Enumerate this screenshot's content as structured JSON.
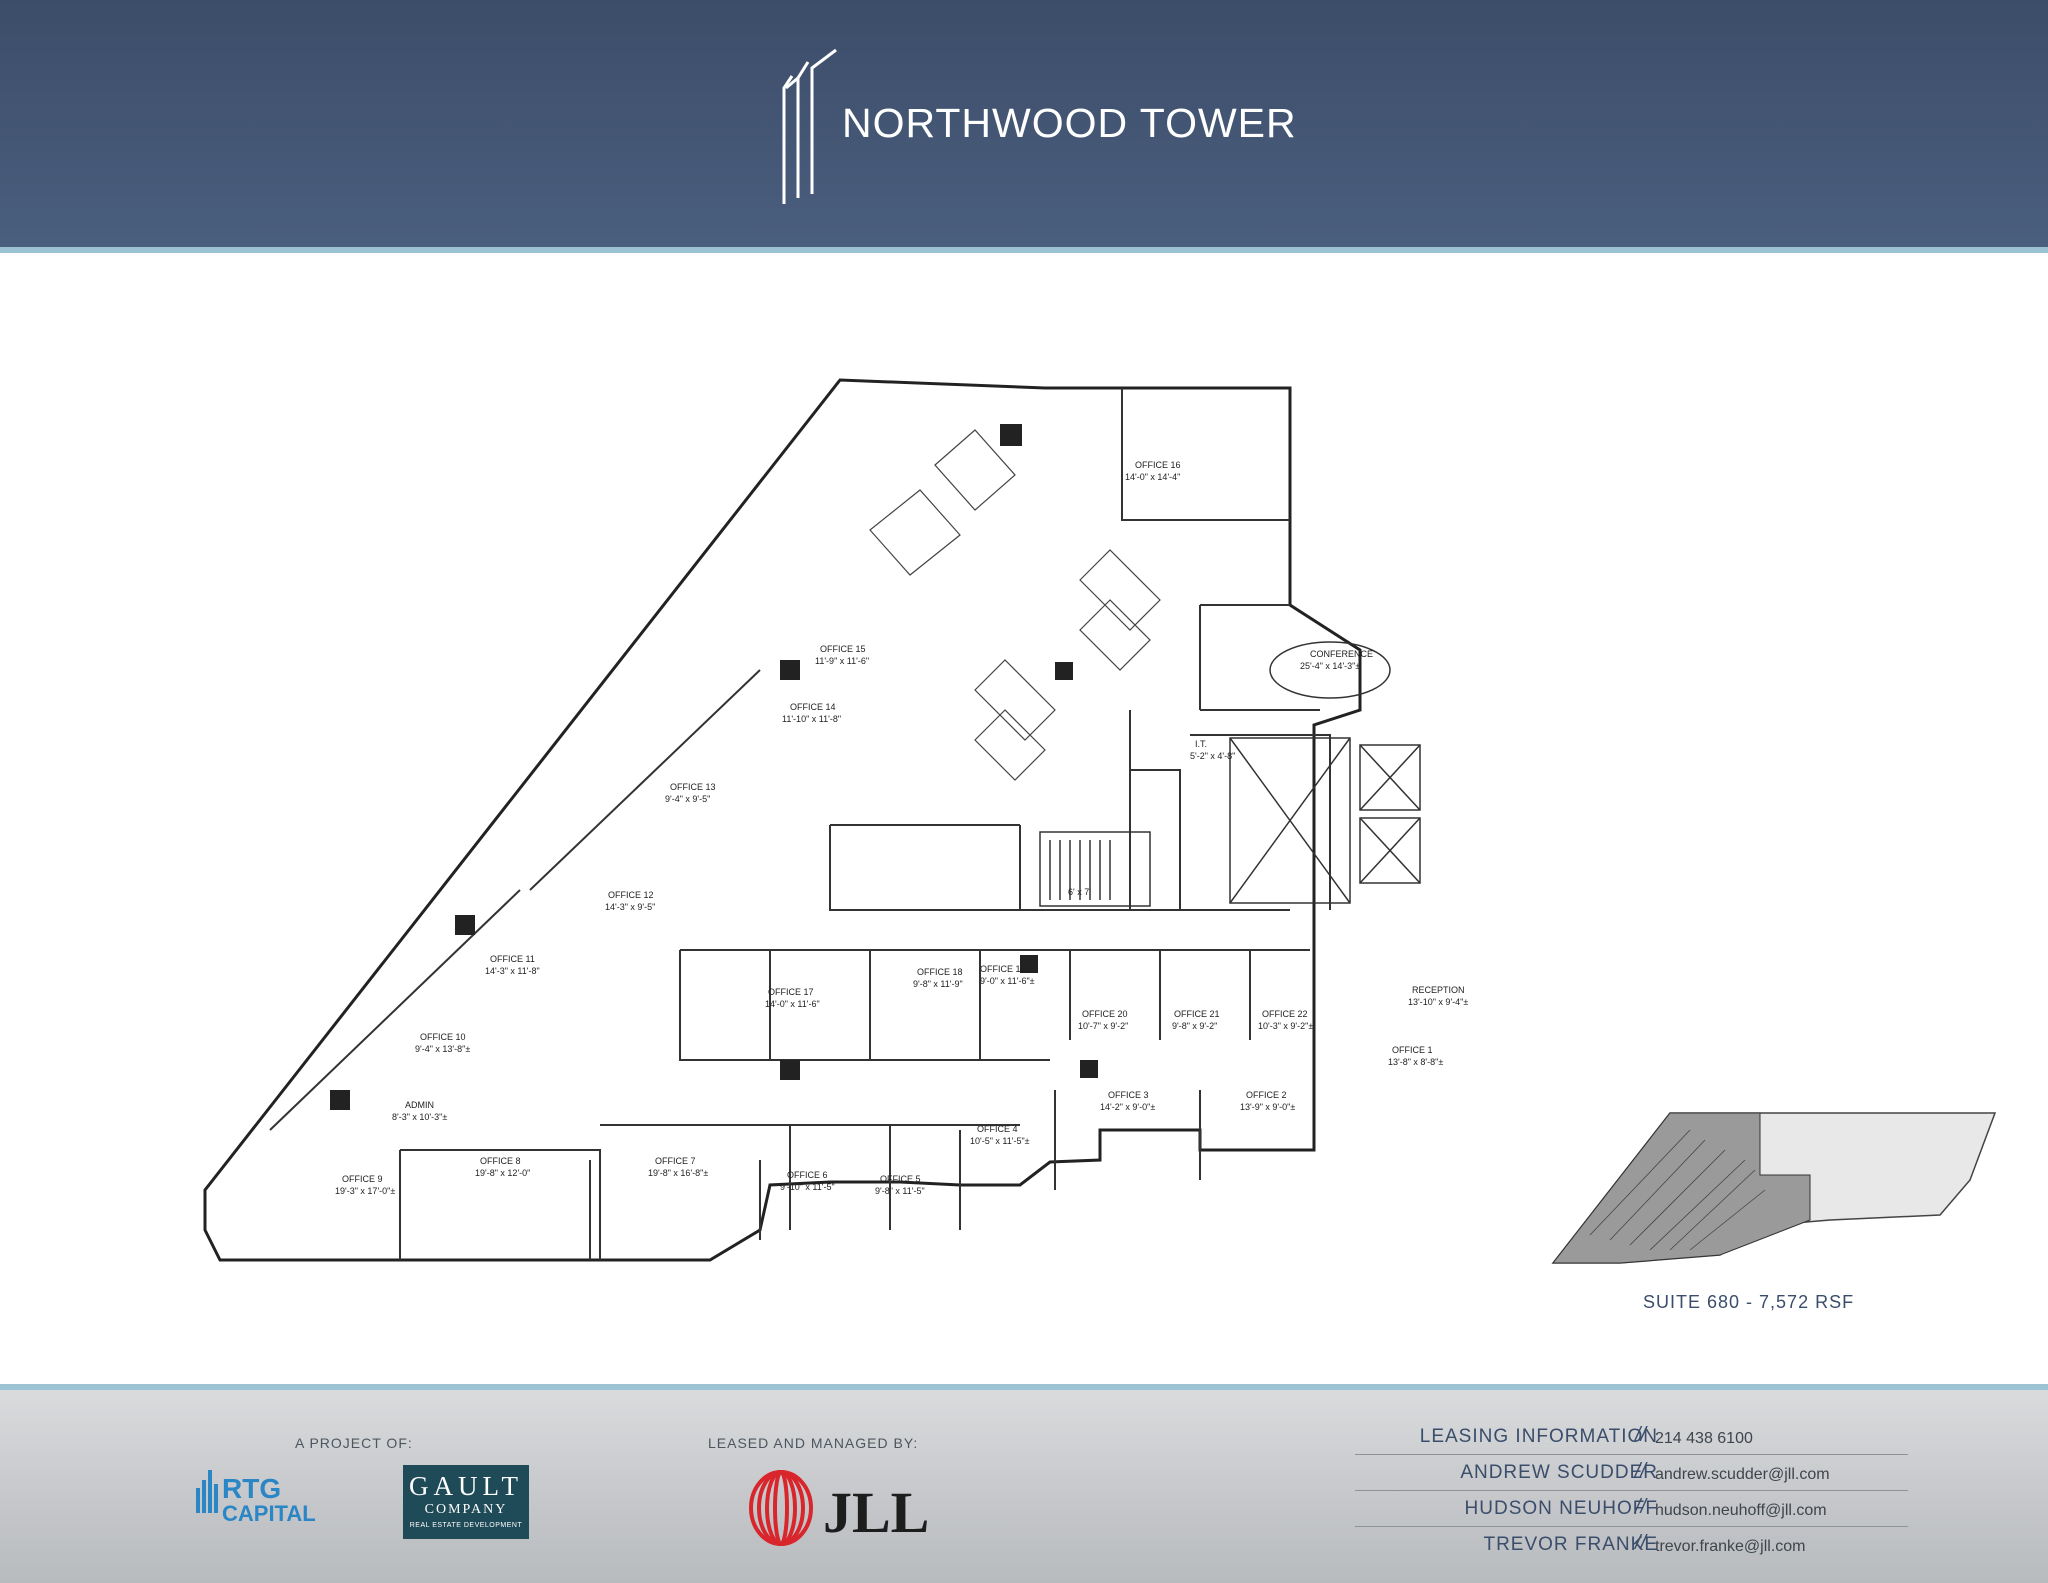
{
  "header": {
    "title": "NORTHWOOD TOWER"
  },
  "floor_plan": {
    "rooms": [
      {
        "name": "OFFICE 16",
        "size": "14'-0\" x 14'-4\""
      },
      {
        "name": "CONFERENCE",
        "size": "25'-4\" x 14'-3\"±"
      },
      {
        "name": "I.T.",
        "size": "5'-2\" x 4'-8\""
      },
      {
        "name": "OFFICE 15",
        "size": "11'-9\" x 11'-6\""
      },
      {
        "name": "OFFICE 14",
        "size": "11'-10\" x 11'-8\""
      },
      {
        "name": "OFFICE 13",
        "size": "9'-4\" x 9'-5\""
      },
      {
        "name": "OFFICE 12",
        "size": "14'-3\" x 9'-5\""
      },
      {
        "name": "OFFICE 11",
        "size": "14'-3\" x 11'-8\""
      },
      {
        "name": "OFFICE 10",
        "size": "9'-4\" x 13'-8\"±"
      },
      {
        "name": "ADMIN",
        "size": "8'-3\" x 10'-3\"±"
      },
      {
        "name": "OFFICE 9",
        "size": "19'-3\" x 17'-0\"±"
      },
      {
        "name": "OFFICE 8",
        "size": "19'-8\" x 12'-0\""
      },
      {
        "name": "OFFICE 7",
        "size": "19'-8\" x 16'-8\"±"
      },
      {
        "name": "OFFICE 6",
        "size": "9'-10\" x 11'-5\""
      },
      {
        "name": "OFFICE 5",
        "size": "9'-8\" x 11'-5\""
      },
      {
        "name": "OFFICE 4",
        "size": "10'-5\" x 11'-5\"±"
      },
      {
        "name": "OFFICE 3",
        "size": "14'-2\" x 9'-0\"±"
      },
      {
        "name": "OFFICE 2",
        "size": "13'-9\" x 9'-0\"±"
      },
      {
        "name": "OFFICE 1",
        "size": "13'-8\" x 8'-8\"±"
      },
      {
        "name": "RECEPTION",
        "size": "13'-10\" x 9'-4\"±"
      },
      {
        "name": "OFFICE 17",
        "size": "14'-0\" x 11'-6\""
      },
      {
        "name": "OFFICE 18",
        "size": "9'-8\" x 11'-9\""
      },
      {
        "name": "OFFICE 19",
        "size": "9'-0\" x 11'-6\"±"
      },
      {
        "name": "OFFICE 20",
        "size": "10'-7\" x 9'-2\""
      },
      {
        "name": "OFFICE 21",
        "size": "9'-8\" x 9'-2\""
      },
      {
        "name": "OFFICE 22",
        "size": "10'-3\" x 9'-2\"±"
      }
    ],
    "workstation_label": "6' x 7'"
  },
  "suite": {
    "label": "SUITE 680 - 7,572 RSF"
  },
  "footer": {
    "project_label": "A PROJECT OF:",
    "leased_label": "LEASED AND MANAGED BY:",
    "rtg_logo": {
      "line1": "RTG",
      "line2": "CAPITAL"
    },
    "gault_logo": {
      "line1": "GAULT",
      "line2": "COMPANY",
      "line3": "REAL ESTATE DEVELOPMENT"
    },
    "jll_logo": {
      "text": "JLL"
    },
    "contacts": [
      {
        "name": "LEASING INFORMATION",
        "info": "214 438 6100"
      },
      {
        "name": "ANDREW SCUDDER",
        "info": "andrew.scudder@jll.com"
      },
      {
        "name": "HUDSON NEUHOFF",
        "info": "hudson.neuhoff@jll.com"
      },
      {
        "name": "TREVOR FRANKE",
        "info": "trevor.franke@jll.com"
      }
    ]
  },
  "colors": {
    "header_bg": "#44577a",
    "accent_line": "#9cc3d3",
    "brand_navy": "#3a4d6b",
    "jll_red": "#d8262c",
    "gault_teal": "#1f4a57",
    "rtg_blue": "#2b86c6"
  }
}
